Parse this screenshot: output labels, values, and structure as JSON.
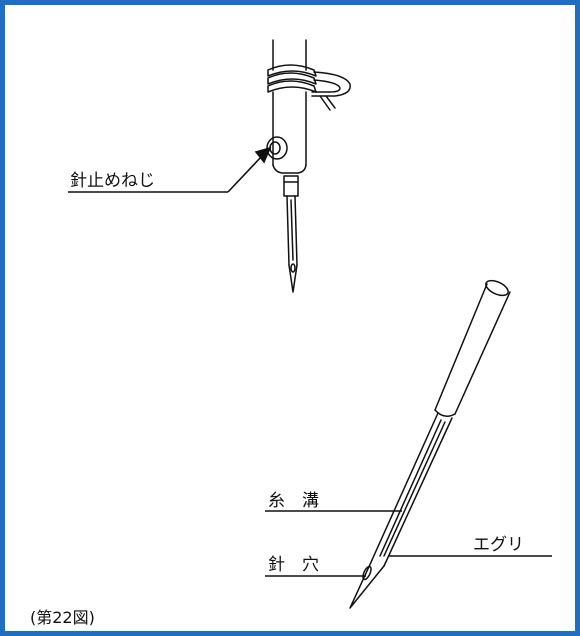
{
  "labels": {
    "needle_clamp_screw": "針止めねじ",
    "thread_groove": "糸　溝",
    "needle_eye": "針　穴",
    "scarf": "エグリ"
  },
  "caption": "(第22図)",
  "colors": {
    "border": "#1e6fc2",
    "ink": "#111111"
  }
}
